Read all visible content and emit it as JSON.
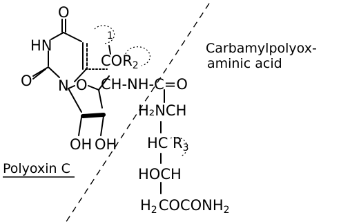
{
  "compound_labels": {
    "left": "Polyoxin C",
    "right_line1": "Carbamylpolyox-",
    "right_line2": "aminic acid"
  },
  "uracil": {
    "o_top": "O",
    "hn": "HN",
    "o_left": "O",
    "n": "N"
  },
  "sugar": {
    "ring_o": "O",
    "oh1": "OH",
    "oh2": "OH"
  },
  "chain": {
    "cor_prefix": "COR",
    "cor_sub": "2",
    "ch_nh": "CH-NH-C=O",
    "h2nch": "H₂NCH",
    "hc": "HC",
    "r3": "R",
    "r3_sub": "3",
    "hoch": "HOCH",
    "h2": "H",
    "h2_sub": "2",
    "coconh": "COCONH",
    "nh2_sub": "2"
  },
  "markers": {
    "circle_1": "1"
  }
}
